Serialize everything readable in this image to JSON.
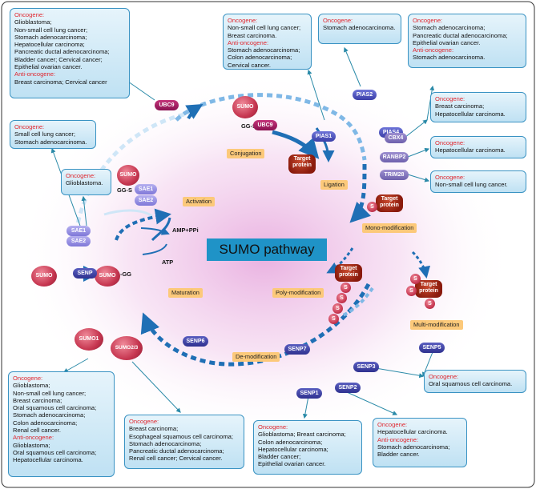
{
  "title": "SUMO pathway",
  "stages": {
    "conjugation": "Conjugation",
    "activation": "Activation",
    "ligation": "Ligation",
    "mono": "Mono-modification",
    "maturation": "Maturation",
    "poly": "Poly-modification",
    "multi": "Multi-modification",
    "demod": "De-modification"
  },
  "labels": {
    "sumo": "SUMO",
    "s": "S",
    "target_l1": "Target",
    "target_l2": "protein",
    "ggs": "GG-S",
    "sumo_gg": "SUMO",
    "gg": "-GG",
    "amp": "AMP+PPi",
    "atp": "ATP",
    "sumo1": "SUMO1",
    "sumo23": "SUMO2/3"
  },
  "proteins": {
    "ubc9": "UBC9",
    "sae1": "SAE1",
    "sae2": "SAE2",
    "senp": "SENP",
    "senp6": "SENP6",
    "senp7": "SENP7",
    "senp5": "SENP5",
    "senp3": "SENP3",
    "senp1": "SENP1",
    "senp2": "SENP2",
    "pias1": "PIAS1",
    "pias2": "PIAS2",
    "pias4": "PIAS4",
    "cbx4": "CBX4",
    "ranbp2": "RANBP2",
    "trim28": "TRIM28"
  },
  "boxes": {
    "ubc9": {
      "onc": "Oncogene:",
      "onc_items": [
        "Glioblastoma;",
        "Non-small cell lung cancer;",
        "Stomach adenocarcinoma;",
        "Hepatocellular carcinoma;",
        "Pancreatic ductal adenocarcinoma;",
        "Bladder cancer; Cervical cancer;",
        "Epithelial ovarian cancer."
      ],
      "anti": "Anti-oncogene:",
      "anti_items": [
        "Breast carcinoma; Cervical cancer"
      ]
    },
    "sae2": {
      "onc": "Oncogene:",
      "onc_items": [
        "Small cell lung cancer;",
        "Stomach adenocarcinoma."
      ]
    },
    "sae1": {
      "onc": "Oncogene:",
      "onc_items": [
        "Glioblastoma."
      ]
    },
    "pias1": {
      "onc": "Oncogene:",
      "onc_items": [
        "Non-small cell lung cancer;",
        "Breast carcinoma."
      ],
      "anti": "Anti-oncogene:",
      "anti_items": [
        "Stomach adenocarcinoma;",
        "Colon adenocarcinoma;",
        "Cervical cancer."
      ]
    },
    "pias2": {
      "onc": "Oncogene:",
      "onc_items": [
        "Stomach adenocarcinoma."
      ]
    },
    "pias4": {
      "onc": "Oncogene:",
      "onc_items": [
        "Stomach adenocarcinoma;",
        "Pancreatic ductal adenocarcinoma;",
        "Epithelial ovarian cancer."
      ],
      "anti": "Anti-oncogene:",
      "anti_items": [
        "Stomach adenocarcinoma."
      ]
    },
    "cbx4": {
      "onc": "Oncogene:",
      "onc_items": [
        "Breast carcinoma;",
        "Hepatocellular carcinoma."
      ]
    },
    "ranbp2": {
      "onc": "Oncogene:",
      "onc_items": [
        "Hepatocellular carcinoma."
      ]
    },
    "trim28": {
      "onc": "Oncogene:",
      "onc_items": [
        "Non-small cell lung cancer."
      ]
    },
    "sumo1": {
      "onc": "Oncogene:",
      "onc_items": [
        "Glioblastoma;",
        "Non-small cell lung cancer;",
        "Breast carcinoma;",
        "Oral squamous cell carcinoma;",
        "Stomach adenocarcinoma;",
        "Colon adenocarcinoma;",
        "Renal cell cancer."
      ],
      "anti": "Anti-oncogene:",
      "anti_items": [
        "Glioblastoma;",
        "Oral squamous cell carcinoma;",
        "Hepatocellular carcinoma."
      ]
    },
    "sumo23": {
      "onc": "Oncogene:",
      "onc_items": [
        "Breast carcinoma;",
        "Esophageal squamous cell carcinoma;",
        "Stomach adenocarcinoma;",
        "Pancreatic ductal adenocarcinoma;",
        "Renal cell cancer; Cervical cancer."
      ]
    },
    "senp1": {
      "onc": "Oncogene:",
      "onc_items": [
        "Glioblastoma; Breast carcinoma;",
        "Colon adenocarcinoma;",
        "Hepatocellular carcinoma;",
        "Bladder cancer;",
        "Epithelial ovarian cancer."
      ]
    },
    "senp2": {
      "onc": "Oncogene:",
      "onc_items": [
        "Hepatocellular carcinoma."
      ],
      "anti": "Anti-oncogene:",
      "anti_items": [
        "Stomach adenocarcinoma;",
        "Bladder cancer."
      ]
    },
    "senp3": {
      "onc": "Oncogene:",
      "onc_items": [
        "Oral squamous cell carcinoma."
      ]
    }
  },
  "colors": {
    "box_border": "#3a93c3",
    "oncogene_heading": "#e0262e",
    "arrow_blue": "#1f6fb5",
    "connector_teal": "#2a8aa8",
    "stage_label": "#fcc97a",
    "title_bg": "#1f93c7"
  }
}
